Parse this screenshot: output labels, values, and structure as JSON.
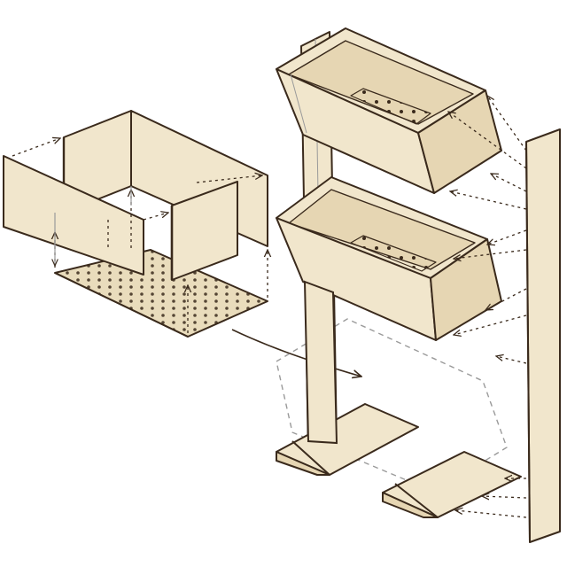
{
  "diagram": {
    "colors": {
      "wood": "#f1e6cc",
      "wood_shade": "#e6d6b3",
      "outline": "#3a2a1c",
      "guide": "#555555",
      "ghost": "#9a9a9a",
      "hole": "#3a2a1c"
    },
    "parts": {
      "box_walls": 4,
      "perforated_bottom": 1,
      "planters": 2,
      "posts": 2,
      "feet": 2
    },
    "arrows": {
      "assembly_line_style": "dotted",
      "move_arrow": "curved"
    }
  }
}
